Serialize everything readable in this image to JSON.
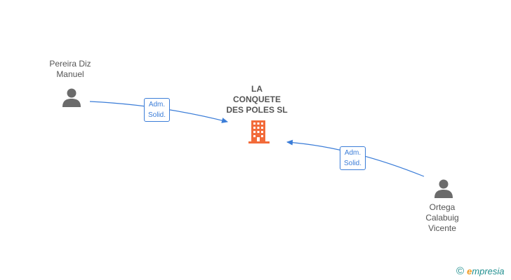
{
  "company": {
    "name": "LA\nCONQUETE\nDES POLES SL",
    "color": "#f26b3a"
  },
  "people": [
    {
      "name": "Pereira Diz\nManuel"
    },
    {
      "name": "Ortega\nCalabuig\nVicente"
    }
  ],
  "relations": [
    {
      "label": "Adm.\nSolid."
    },
    {
      "label": "Adm.\nSolid."
    }
  ],
  "edge_color": "#3b7dd8",
  "person_icon_color": "#6b6b6b",
  "brand": {
    "copyright": "©",
    "e": "e",
    "rest": "mpresia"
  }
}
